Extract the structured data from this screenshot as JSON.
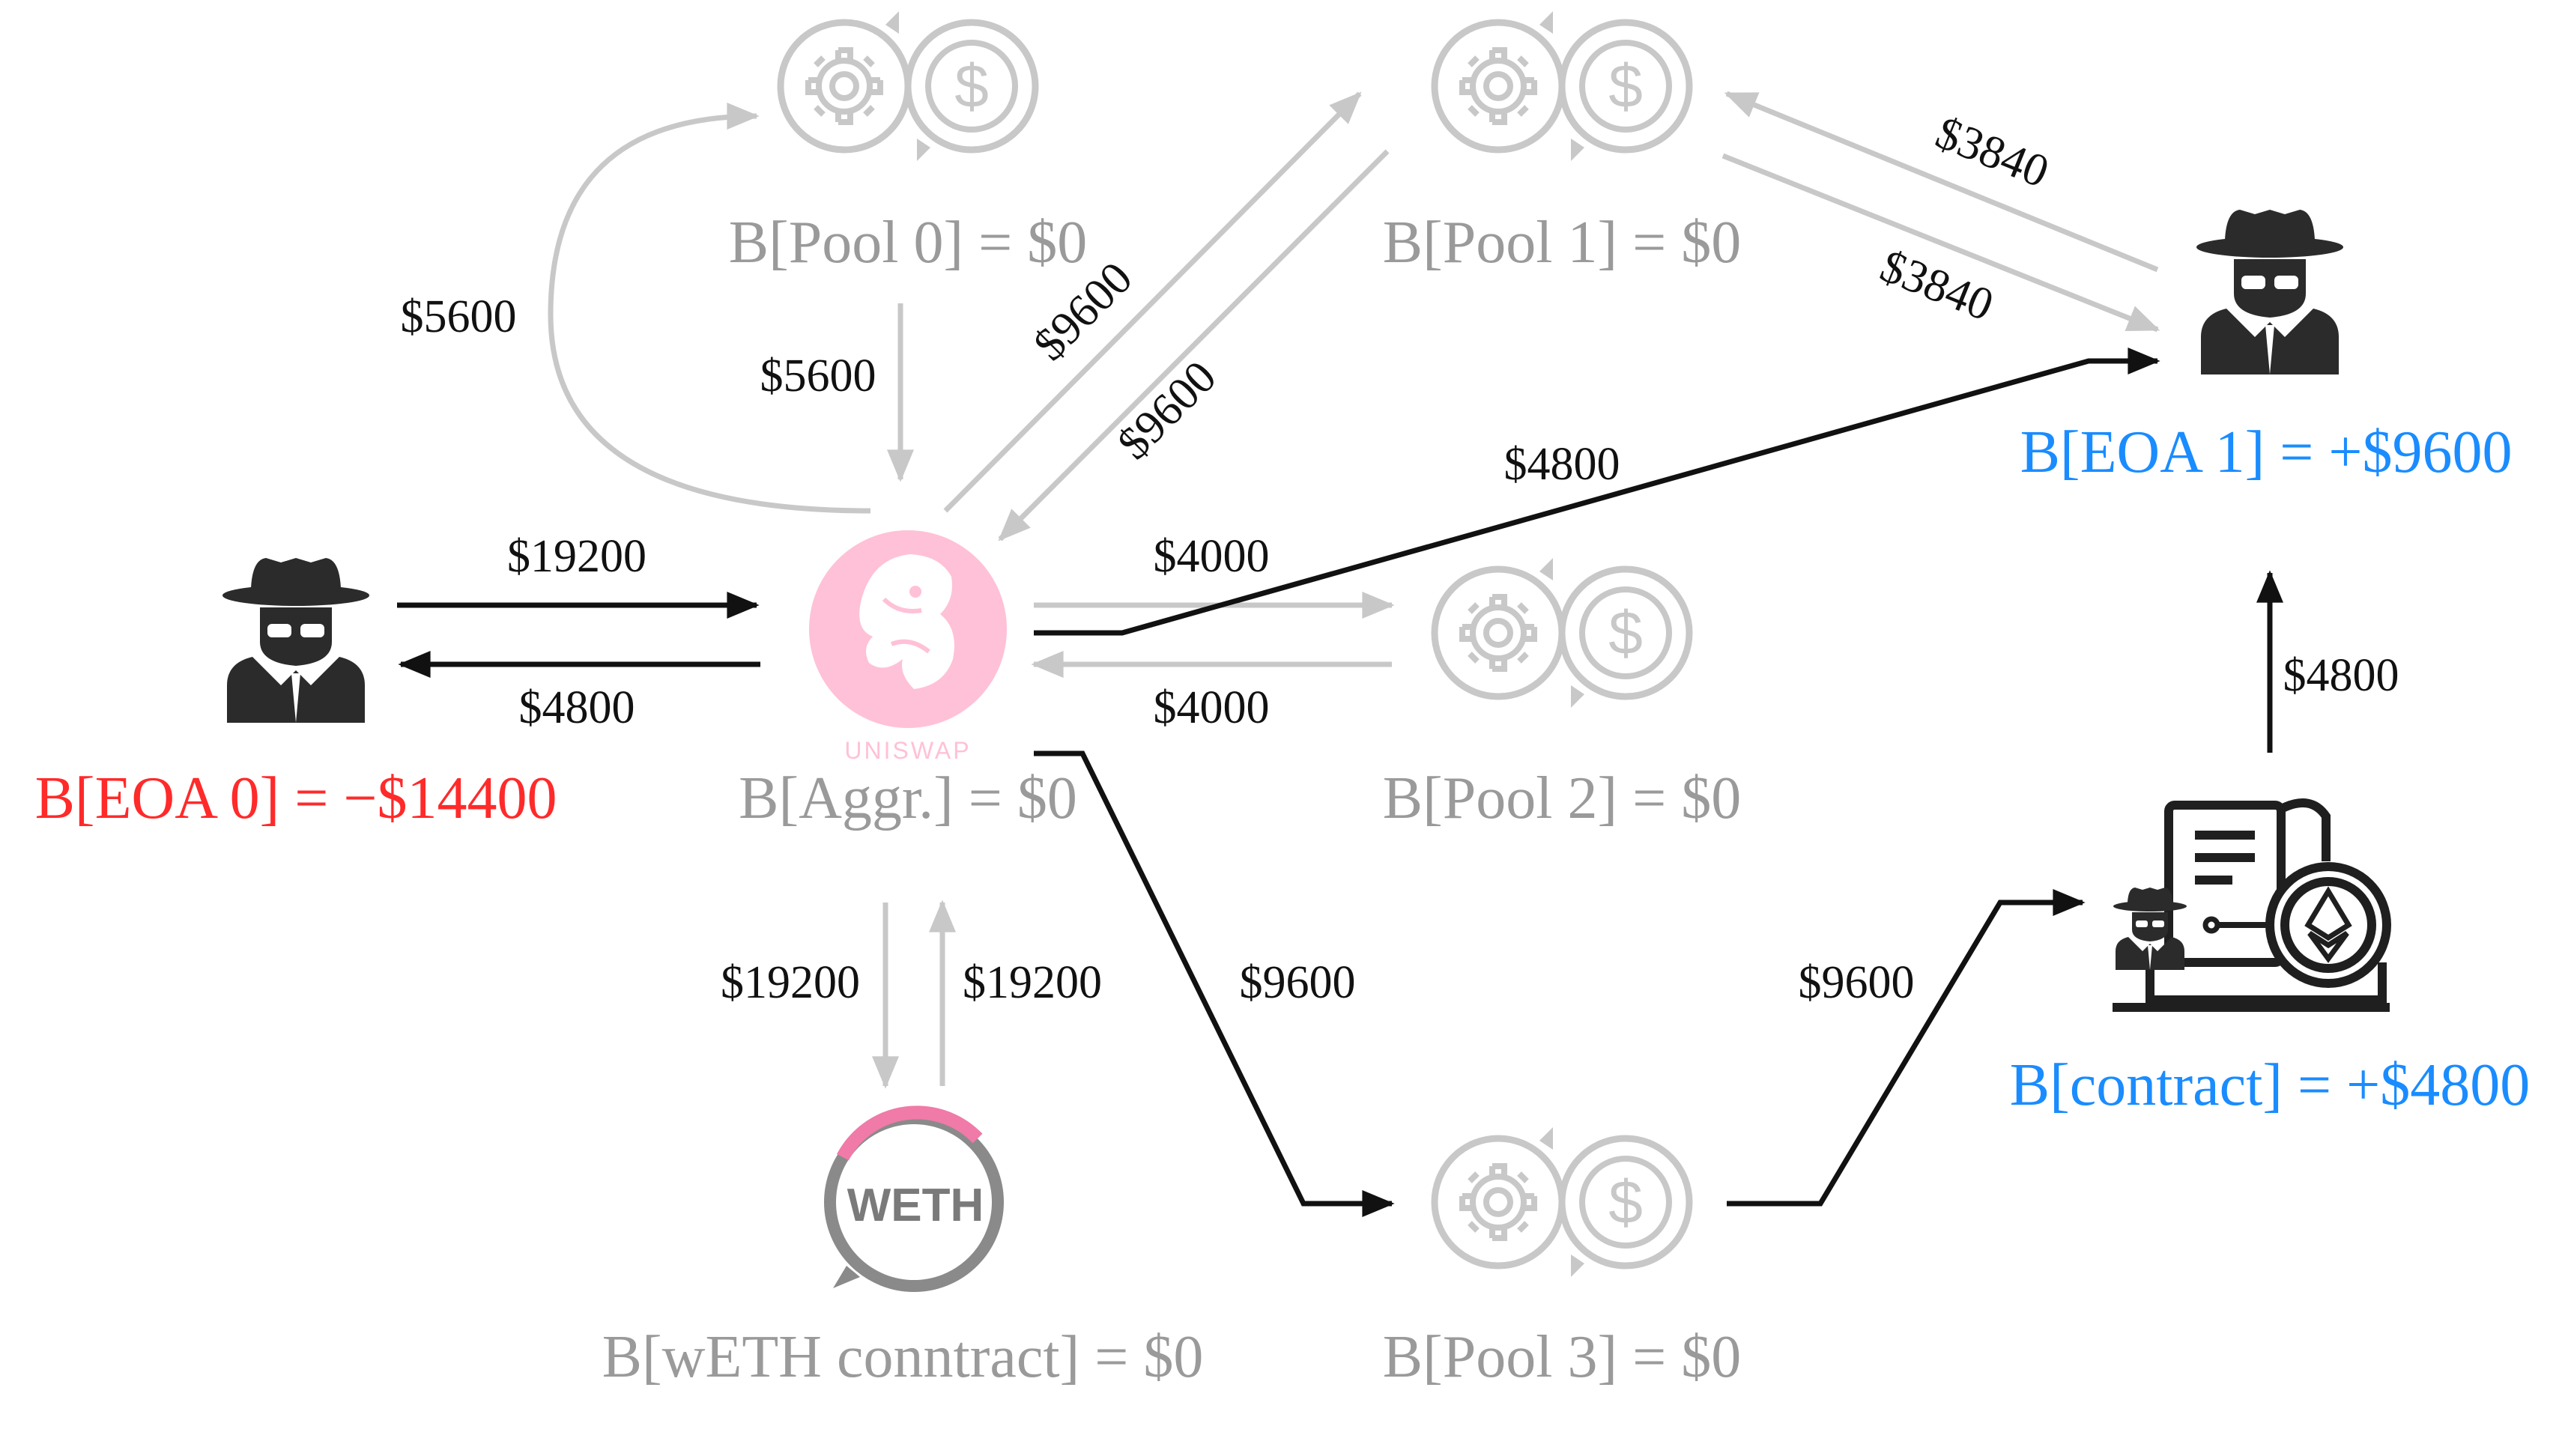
{
  "colors": {
    "gray": "#c8c8c8",
    "gray_text": "#9a9a9a",
    "black": "#111111",
    "red": "#ff2a2a",
    "blue": "#1a8cff",
    "pink": "#ffc1d7",
    "weth_pink": "#f07aa8"
  },
  "nodes": {
    "eoa0": {
      "value": "B[EOA 0] = −$14400"
    },
    "eoa1": {
      "value": "B[EOA 1] = +$9600"
    },
    "aggr": {
      "value": "B[Aggr.] = $0",
      "brand": "UNISWAP"
    },
    "pool0": {
      "value": "B[Pool 0] = $0"
    },
    "pool1": {
      "value": "B[Pool 1] = $0"
    },
    "pool2": {
      "value": "B[Pool 2] = $0"
    },
    "pool3": {
      "value": "B[Pool 3] = $0"
    },
    "weth": {
      "value": "B[wETH conntract] = $0",
      "brand": "WETH"
    },
    "contract": {
      "value": "B[contract] = +$4800"
    }
  },
  "edges": {
    "eoa0_to_aggr": "$19200",
    "aggr_to_eoa0": "$4800",
    "aggr_to_pool0_curve": "$5600",
    "pool0_to_aggr": "$5600",
    "aggr_to_pool1": "$9600",
    "pool1_to_aggr": "$9600",
    "pool1_to_eoa1": "$3840",
    "eoa1_to_pool1": "$3840",
    "aggr_to_eoa1": "$4800",
    "aggr_to_pool2": "$4000",
    "pool2_to_aggr": "$4000",
    "aggr_to_weth": "$19200",
    "weth_to_aggr": "$19200",
    "aggr_to_pool3": "$9600",
    "pool3_to_contract": "$9600",
    "contract_to_eoa1": "$4800"
  }
}
